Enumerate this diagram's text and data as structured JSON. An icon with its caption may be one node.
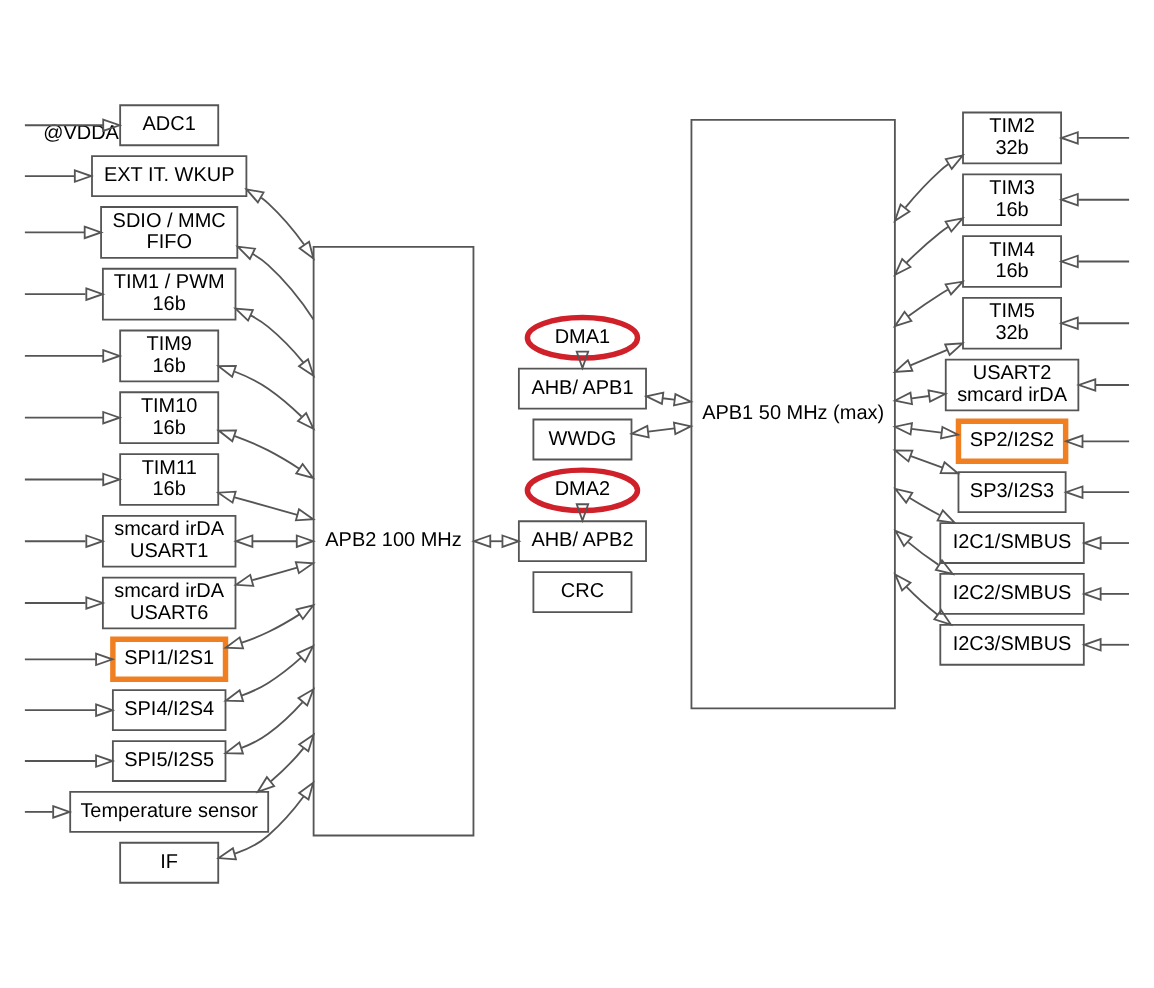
{
  "diagram": {
    "nodes": [
      {
        "text": [
          "CRC"
        ]
      },
      {
        "text": [
          "DMA2"
        ]
      },
      {
        "text": [
          "DMA1"
        ]
      },
      {
        "text": [
          "AHB/ APB2"
        ]
      },
      {
        "text": [
          "AHB/ APB1"
        ]
      },
      {
        "text": [
          "EXT IT. WKUP"
        ]
      },
      {
        "text": [
          "SDIO / MMC",
          "FIFO"
        ]
      },
      {
        "text": [
          "TIM1 / PWM",
          "16b"
        ]
      },
      {
        "text": [
          "TIM9",
          "16b"
        ]
      },
      {
        "text": [
          "TIM10",
          "16b"
        ]
      },
      {
        "text": [
          "TIM11",
          "16b"
        ]
      },
      {
        "text": [
          "smcard irDA",
          "USART1"
        ]
      },
      {
        "text": [
          "smcard irDA",
          "USART6"
        ]
      },
      {
        "text": [
          "SPI1/I2S1"
        ]
      },
      {
        "text": [
          "SPI4/I2S4"
        ]
      },
      {
        "text": [
          "SPI5/I2S5"
        ]
      },
      {
        "text": [
          "Temperature sensor"
        ]
      },
      {
        "text": [
          "ADC1"
        ],
        "beside": [
          "@VDDA"
        ]
      },
      {
        "text": [
          "IF"
        ]
      },
      {
        "text": [
          "APB2 100 MHz"
        ]
      },
      {
        "text": [
          "WWDG"
        ]
      },
      {
        "text": [
          "APB1 50 MHz (max)"
        ]
      },
      {
        "text": [
          "TIM2",
          "32b"
        ]
      },
      {
        "text": [
          "TIM3",
          "16b"
        ]
      },
      {
        "text": [
          "TIM4",
          "16b"
        ]
      },
      {
        "text": [
          "TIM5",
          "32b"
        ]
      },
      {
        "text": [
          "USART2",
          "smcard irDA"
        ]
      },
      {
        "text": [
          "SP2/I2S2"
        ]
      },
      {
        "text": [
          "SP3/I2S3"
        ]
      },
      {
        "text": [
          "I2C1/SMBUS"
        ]
      },
      {
        "text": [
          "I2C2/SMBUS"
        ]
      },
      {
        "text": [
          "I2C3/SMBUS"
        ]
      }
    ],
    "edges": [
      {
        "from": 1,
        "to": 3,
        "arrow": "to"
      },
      {
        "from": 2,
        "to": 4,
        "arrow": "to"
      },
      {
        "from": 3,
        "to": 19,
        "arrow": "both"
      },
      {
        "from": 4,
        "to": 21,
        "arrow": "both"
      },
      {
        "from": 5,
        "to": 19,
        "arrow": "both"
      },
      {
        "from": 19,
        "to": 6,
        "arrow": "to"
      },
      {
        "from": 7,
        "to": 19,
        "arrow": "both"
      },
      {
        "from": 8,
        "to": 19,
        "arrow": "both"
      },
      {
        "from": 9,
        "to": 19,
        "arrow": "both"
      },
      {
        "from": 10,
        "to": 19,
        "arrow": "both"
      },
      {
        "from": 11,
        "to": 19,
        "arrow": "both"
      },
      {
        "from": 12,
        "to": 19,
        "arrow": "both"
      },
      {
        "from": 13,
        "to": 19,
        "arrow": "both"
      },
      {
        "from": 14,
        "to": 19,
        "arrow": "both"
      },
      {
        "from": 15,
        "to": 19,
        "arrow": "both"
      },
      {
        "from": 16,
        "to": 19,
        "arrow": "both"
      },
      {
        "from": 18,
        "to": 19,
        "arrow": "both"
      },
      {
        "from": 20,
        "to": 21,
        "arrow": "both"
      },
      {
        "from": 22,
        "to": 21,
        "arrow": "both"
      },
      {
        "from": 23,
        "to": 21,
        "arrow": "both"
      },
      {
        "from": 24,
        "to": 21,
        "arrow": "both"
      },
      {
        "from": 25,
        "to": 21,
        "arrow": "both"
      },
      {
        "from": 26,
        "to": 21,
        "arrow": "both"
      },
      {
        "from": 27,
        "to": 21,
        "arrow": "both"
      },
      {
        "from": 28,
        "to": 21,
        "arrow": "both"
      },
      {
        "from": 29,
        "to": 21,
        "arrow": "both"
      },
      {
        "from": 30,
        "to": 21,
        "arrow": "both"
      },
      {
        "from": 31,
        "to": 21,
        "arrow": "both"
      },
      {
        "from": null,
        "to": 5,
        "arrow": "to"
      },
      {
        "from": null,
        "to": 6,
        "arrow": "to"
      },
      {
        "from": null,
        "to": 7,
        "arrow": "to"
      },
      {
        "from": null,
        "to": 8,
        "arrow": "to"
      },
      {
        "from": null,
        "to": 9,
        "arrow": "to"
      },
      {
        "from": null,
        "to": 10,
        "arrow": "to"
      },
      {
        "from": null,
        "to": 11,
        "arrow": "to"
      },
      {
        "from": null,
        "to": 12,
        "arrow": "to"
      },
      {
        "from": null,
        "to": 13,
        "arrow": "to"
      },
      {
        "from": null,
        "to": 14,
        "arrow": "to"
      },
      {
        "from": null,
        "to": 15,
        "arrow": "to"
      },
      {
        "from": null,
        "to": 16,
        "arrow": "to"
      },
      {
        "from": null,
        "to": 17,
        "arrow": "to"
      },
      {
        "from": null,
        "to": 22,
        "arrow": "to"
      },
      {
        "from": null,
        "to": 23,
        "arrow": "to"
      },
      {
        "from": null,
        "to": 24,
        "arrow": "to"
      },
      {
        "from": null,
        "to": 25,
        "arrow": "to"
      },
      {
        "from": null,
        "to": 26,
        "arrow": "to"
      },
      {
        "from": null,
        "to": 27,
        "arrow": "to"
      },
      {
        "from": null,
        "to": 28,
        "arrow": "to"
      },
      {
        "from": null,
        "to": 29,
        "arrow": "to"
      },
      {
        "from": null,
        "to": 30,
        "arrow": "to"
      },
      {
        "from": null,
        "to": 31,
        "arrow": "to"
      }
    ]
  }
}
